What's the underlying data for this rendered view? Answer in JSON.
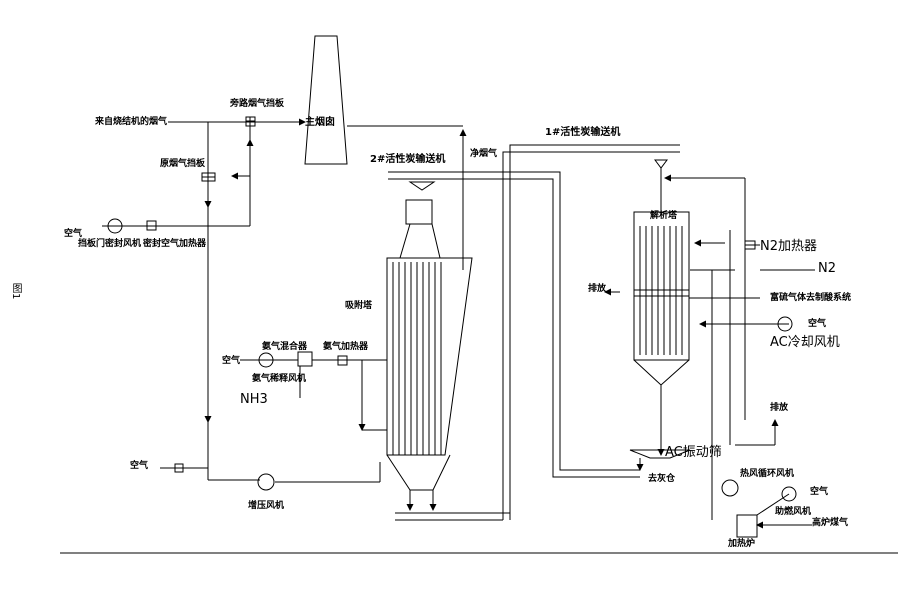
{
  "figure": {
    "caption": "图1"
  },
  "labels": {
    "main_chimney": "主烟囱",
    "from_sinter": "来自烧结机的烟气",
    "bypass_damper": "旁路烟气挡板",
    "raw_flue_damper": "原烟气挡板",
    "clean_flue": "净烟气",
    "air_left": "空气",
    "seal_fan": "挡板门密封风机",
    "seal_air_heater": "密封空气加热器",
    "conveyor2": "2#活性炭输送机",
    "conveyor1": "1#活性炭输送机",
    "adsorber": "吸附塔",
    "desorber": "解析塔",
    "n2_heater": "N2加热器",
    "n2": "N2",
    "exhaust1": "排放",
    "so2_gas": "富硫气体去制酸系统",
    "air_ac": "空气",
    "ac_cooling_fan": "AC冷却风机",
    "ammonia_mixer": "氨气混合器",
    "ammonia_heater": "氨气加热器",
    "air_nh3": "空气",
    "ammonia_dilution_fan": "氨气稀释风机",
    "nh3": "NH3",
    "exhaust2": "排放",
    "ac_screen": "AC振动筛",
    "to_ash_bin": "去灰仓",
    "hot_air_fan": "热风循环风机",
    "air_combustion": "空气",
    "combustion_fan": "助燃风机",
    "bf_gas": "高炉煤气",
    "heating_furnace": "加热炉",
    "air_booster": "空气",
    "booster_fan": "增压风机"
  }
}
